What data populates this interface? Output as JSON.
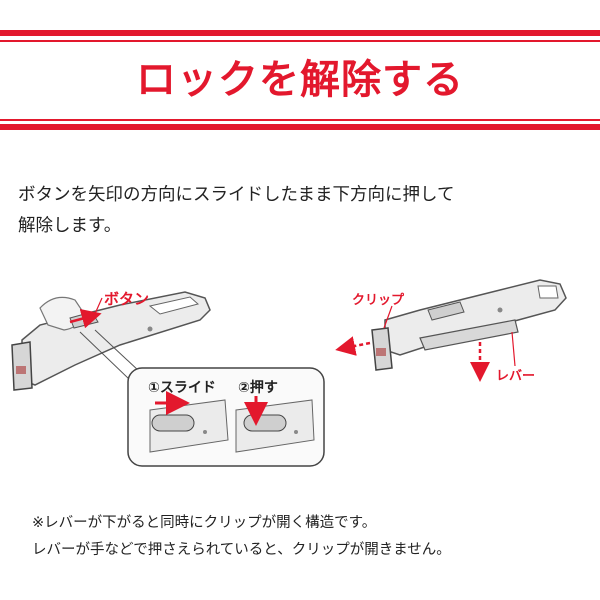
{
  "title": "ロックを解除する",
  "intro": {
    "line1": "ボタンを矢印の方向にスライドしたまま下方向に押して",
    "line2": "解除します。"
  },
  "labels": {
    "button": "ボタン",
    "step1": "①スライド",
    "step2": "②押す",
    "clip": "クリップ",
    "lever": "レバー"
  },
  "note": {
    "line1": "※レバーが下がると同時にクリップが開く構造です。",
    "line2": "レバーが手などで押さえられていると、クリップが開きません。"
  },
  "colors": {
    "accent": "#e3182d",
    "handle": "#e8e8e8",
    "outline": "#555555"
  }
}
